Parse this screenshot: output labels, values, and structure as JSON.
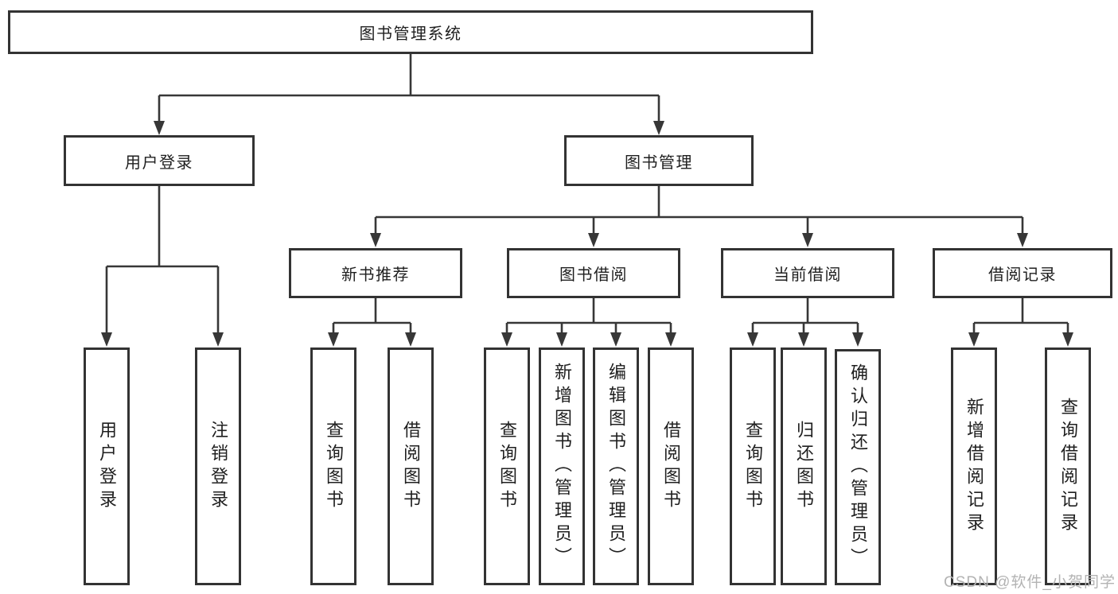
{
  "diagram": {
    "root_label": "图书管理系统",
    "level2": [
      {
        "label": "用户登录"
      },
      {
        "label": "图书管理"
      }
    ],
    "level3": [
      {
        "label": "新书推荐"
      },
      {
        "label": "图书借阅"
      },
      {
        "label": "当前借阅"
      },
      {
        "label": "借阅记录"
      }
    ],
    "leaves": [
      {
        "label": "用户登录",
        "parent": "用户登录"
      },
      {
        "label": "注销登录",
        "parent": "用户登录"
      },
      {
        "label": "查询图书",
        "parent": "新书推荐"
      },
      {
        "label": "借阅图书",
        "parent": "新书推荐"
      },
      {
        "label": "查询图书",
        "parent": "图书借阅"
      },
      {
        "label": "新增图书（管理员）",
        "parent": "图书借阅"
      },
      {
        "label": "编辑图书（管理员）",
        "parent": "图书借阅"
      },
      {
        "label": "借阅图书",
        "parent": "图书借阅"
      },
      {
        "label": "查询图书",
        "parent": "当前借阅"
      },
      {
        "label": "归还图书",
        "parent": "当前借阅"
      },
      {
        "label": "确认归还（管理员）",
        "parent": "当前借阅"
      },
      {
        "label": "新增借阅记录",
        "parent": "借阅记录"
      },
      {
        "label": "查询借阅记录",
        "parent": "借阅记录"
      }
    ]
  },
  "watermark": {
    "text": "CSDN @软件_小贺同学"
  },
  "colors": {
    "line": "#373737",
    "border": "#333333",
    "text": "#1f1f1f",
    "watermark": "#b3b3b3",
    "background": "#ffffff"
  }
}
